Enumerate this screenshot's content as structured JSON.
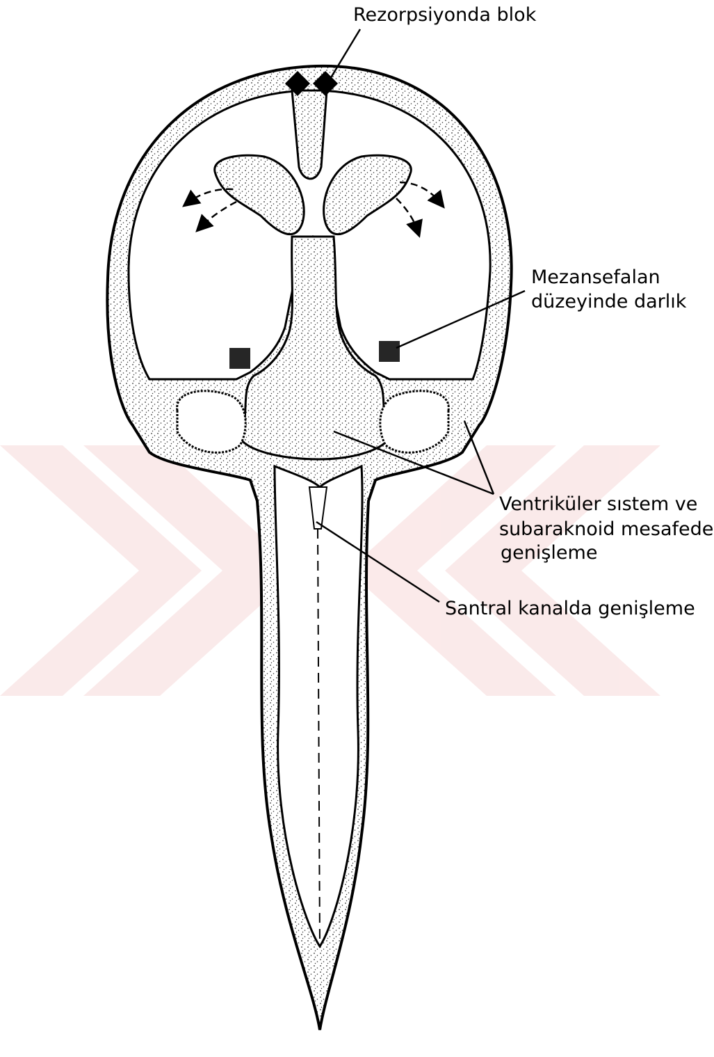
{
  "labels": {
    "resorption_block": "Rezorpsiyonda blok",
    "mesencephalon_line1": "Mezansefalan",
    "mesencephalon_line2": "düzeyinde darlık",
    "ventricular_line1": "Ventriküler sıstem ve",
    "ventricular_line2": "subaraknoid mesafede",
    "ventricular_line3": "genişleme",
    "central_canal": "Santral kanalda  genişleme"
  },
  "colors": {
    "ink": "#000000",
    "stipple_fill": "#ece8e4",
    "watermark": "#f3c4c4"
  }
}
